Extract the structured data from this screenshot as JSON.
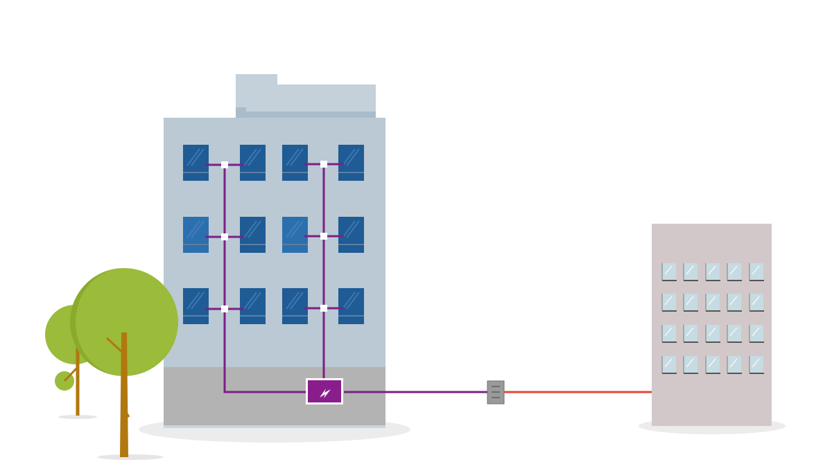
{
  "scene": {
    "description_free": true,
    "colors": {
      "background": "#ffffff",
      "building_main": "#bac9d3",
      "building_main_base": "#b3b3b3",
      "roof_unit": "#c4d0da",
      "roof_unit_shade": "#9fb3c3",
      "window_dark": "#1f5b95",
      "window_light": "#2c6fae",
      "wiring": "#7c1f86",
      "junction": "#ffffff",
      "panel": "#8a1d8c",
      "meter": "#9a9a9a",
      "grid_line": "#e0473c",
      "building_far": "#d3c8c9",
      "window_far": "#c6dbe2",
      "tree_light": "#9bbb3a",
      "tree_dark": "#8aaa2d",
      "trunk": "#b0780e",
      "shadow": "#ececec"
    },
    "icons": {
      "panel_icon": "lightning-bolt-icon",
      "meter_icon": "electric-meter-icon"
    },
    "main_building": {
      "window_rows": 3,
      "window_cols": 4
    },
    "far_building": {
      "window_rows": 4,
      "window_cols": 5
    }
  }
}
